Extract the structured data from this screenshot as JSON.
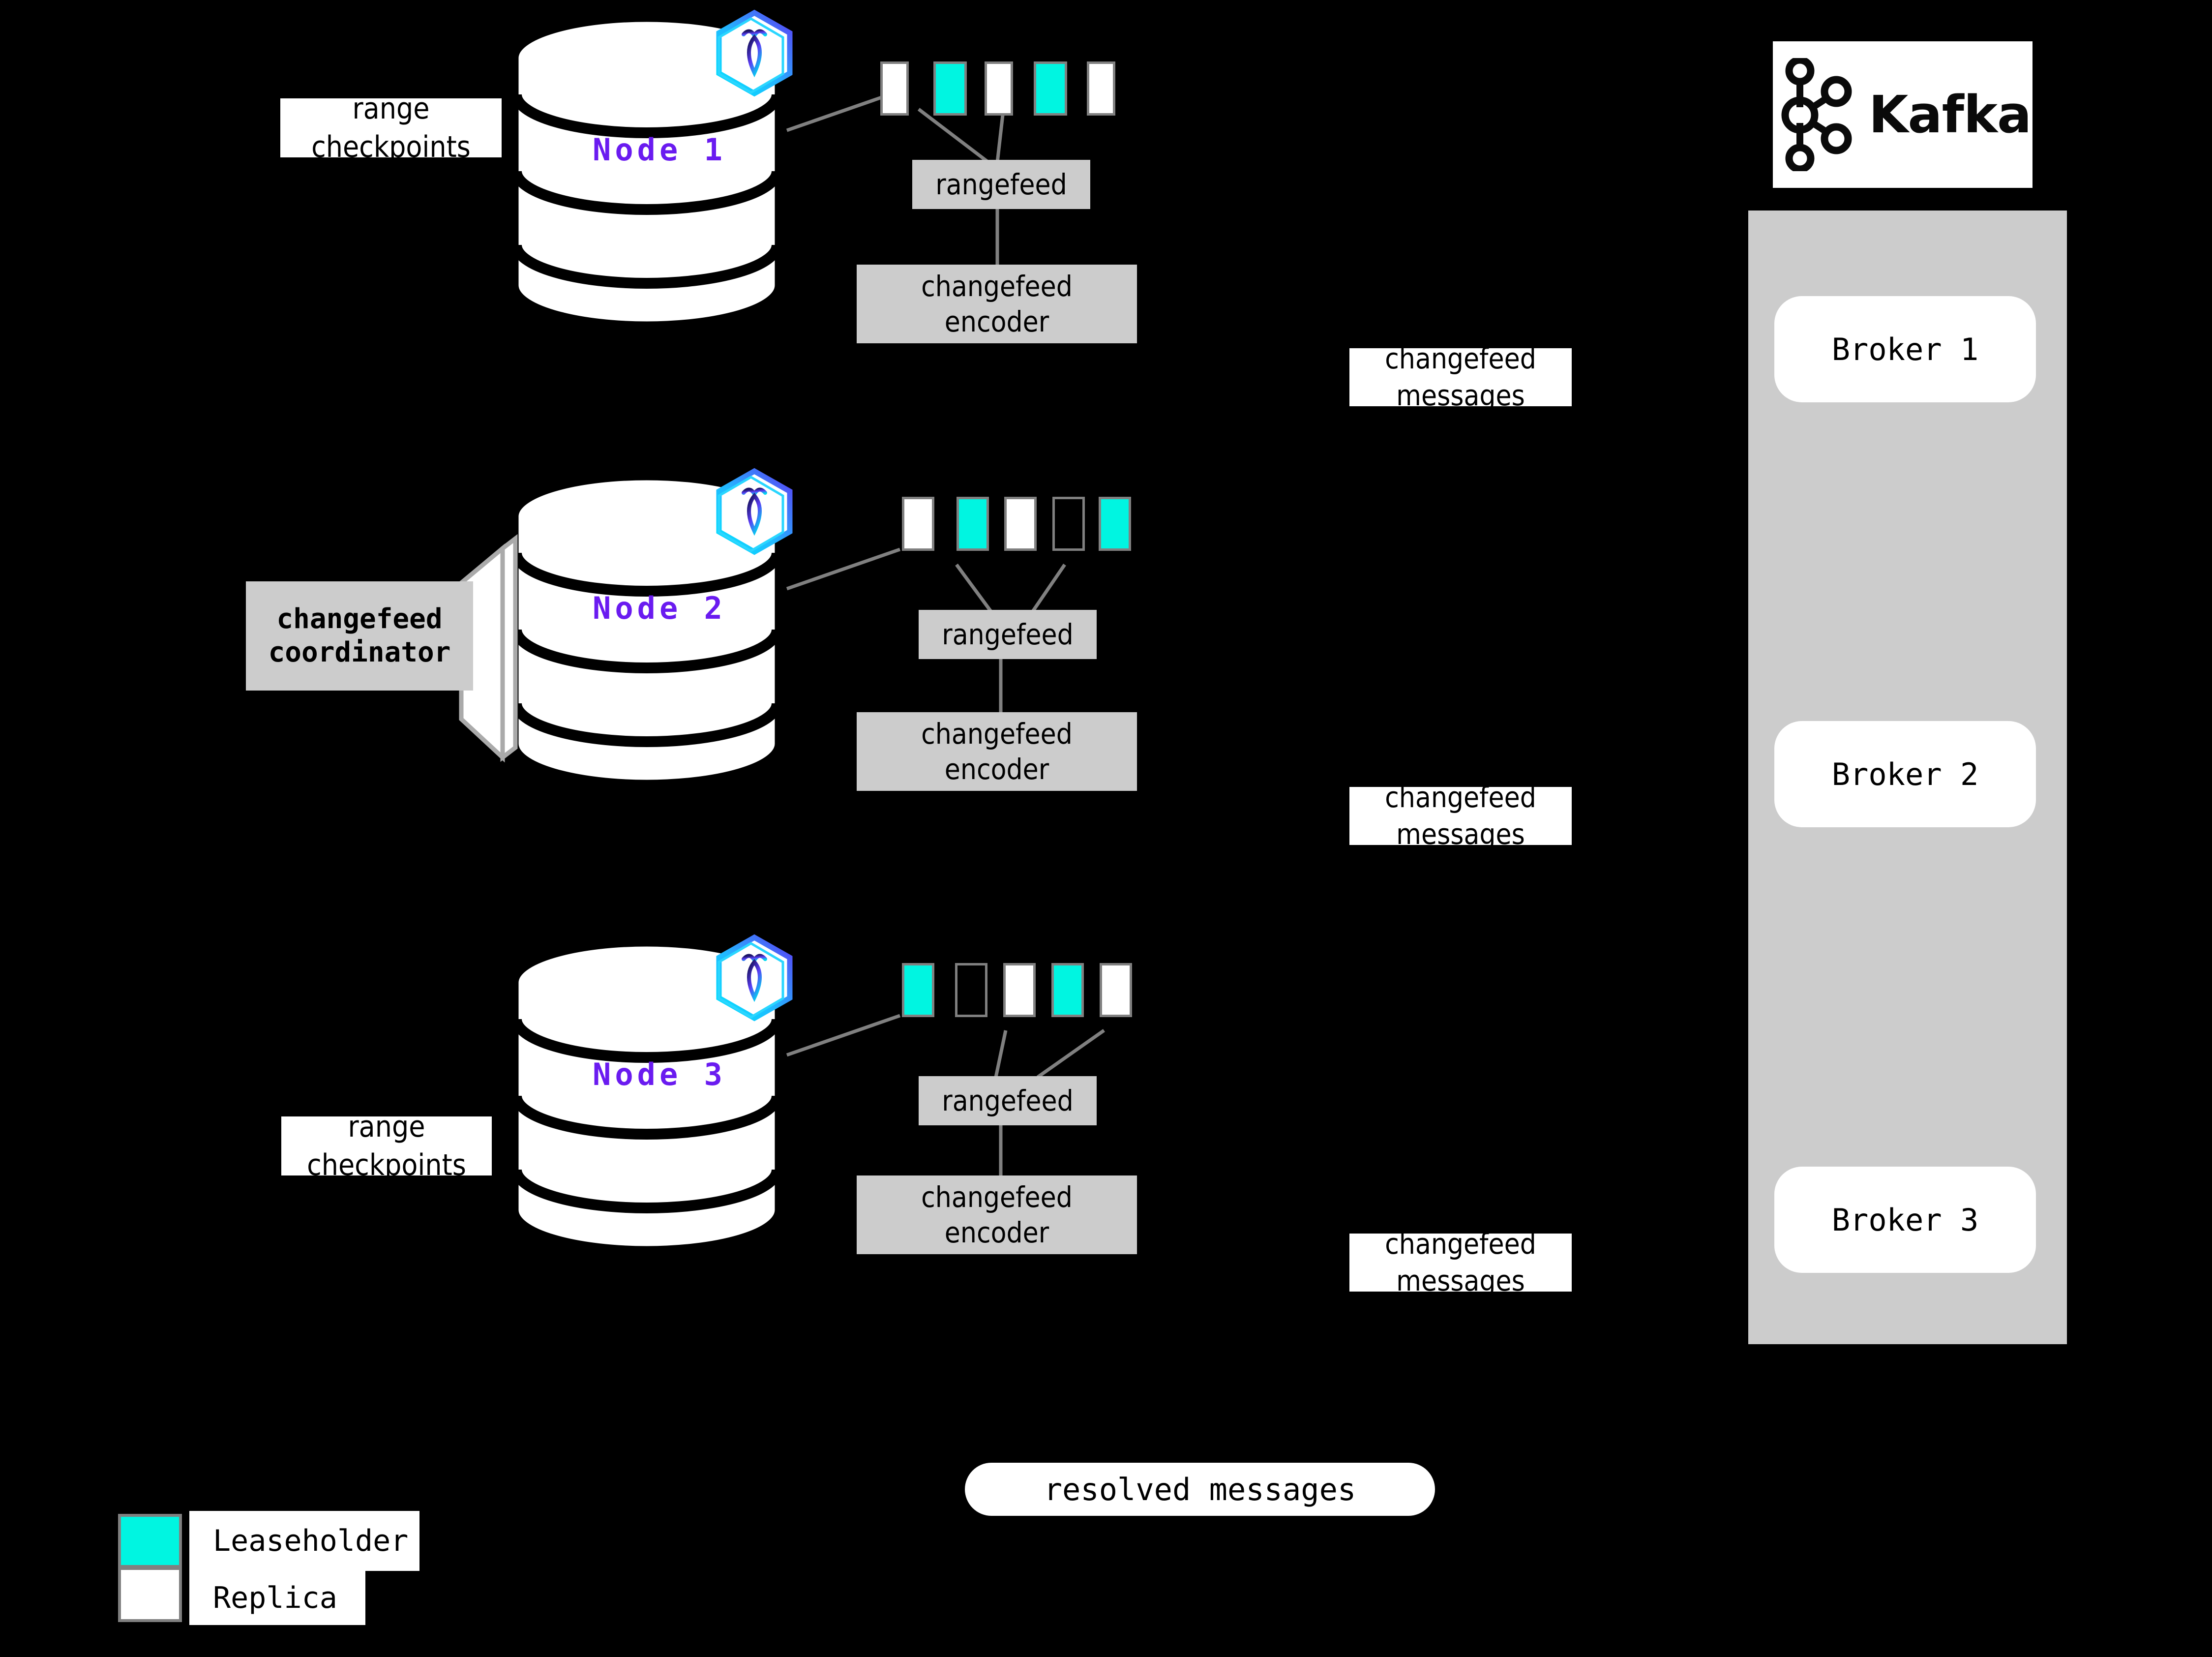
{
  "diagram": {
    "title": "CockroachDB changefeed to Kafka architecture",
    "colors": {
      "background": "#000000",
      "leaseholder": "#00f5e1",
      "replica": "#ffffff",
      "range_border": "#808080",
      "process_box": "#cccccc",
      "node_label": "#6a1bf0",
      "kafka_panel": "#cccccc"
    }
  },
  "nodes": [
    {
      "name": "Node 1",
      "checkpoint_label_line1": "range",
      "checkpoint_label_line2": "checkpoints",
      "ranges": [
        "replica",
        "leaseholder",
        "replica",
        "leaseholder",
        "replica"
      ],
      "rangefeed_label": "rangefeed",
      "encoder_label_line1": "changefeed",
      "encoder_label_line2": "encoder",
      "logo_name": "cockroachdb-hex-logo"
    },
    {
      "name": "Node 2",
      "coordinator_label_line1": "changefeed",
      "coordinator_label_line2": "coordinator",
      "ranges": [
        "replica",
        "leaseholder",
        "replica",
        "empty",
        "leaseholder"
      ],
      "rangefeed_label": "rangefeed",
      "encoder_label_line1": "changefeed",
      "encoder_label_line2": "encoder",
      "logo_name": "cockroachdb-hex-logo"
    },
    {
      "name": "Node 3",
      "checkpoint_label_line1": "range",
      "checkpoint_label_line2": "checkpoints",
      "ranges": [
        "leaseholder",
        "empty",
        "replica",
        "leaseholder",
        "replica"
      ],
      "rangefeed_label": "rangefeed",
      "encoder_label_line1": "changefeed",
      "encoder_label_line2": "encoder",
      "logo_name": "cockroachdb-hex-logo"
    }
  ],
  "messages": [
    {
      "line1": "changefeed",
      "line2": "messages"
    },
    {
      "line1": "changefeed",
      "line2": "messages"
    },
    {
      "line1": "changefeed",
      "line2": "messages"
    }
  ],
  "resolved": {
    "label": "resolved messages"
  },
  "kafka": {
    "logo_text": "Kafka",
    "logo_icon": "kafka-node-graph-icon",
    "brokers": [
      {
        "label": "Broker 1"
      },
      {
        "label": "Broker 2"
      },
      {
        "label": "Broker 3"
      }
    ]
  },
  "legend": {
    "items": [
      {
        "label": "Leaseholder",
        "swatch": "leaseholder"
      },
      {
        "label": "Replica",
        "swatch": "replica"
      }
    ]
  }
}
